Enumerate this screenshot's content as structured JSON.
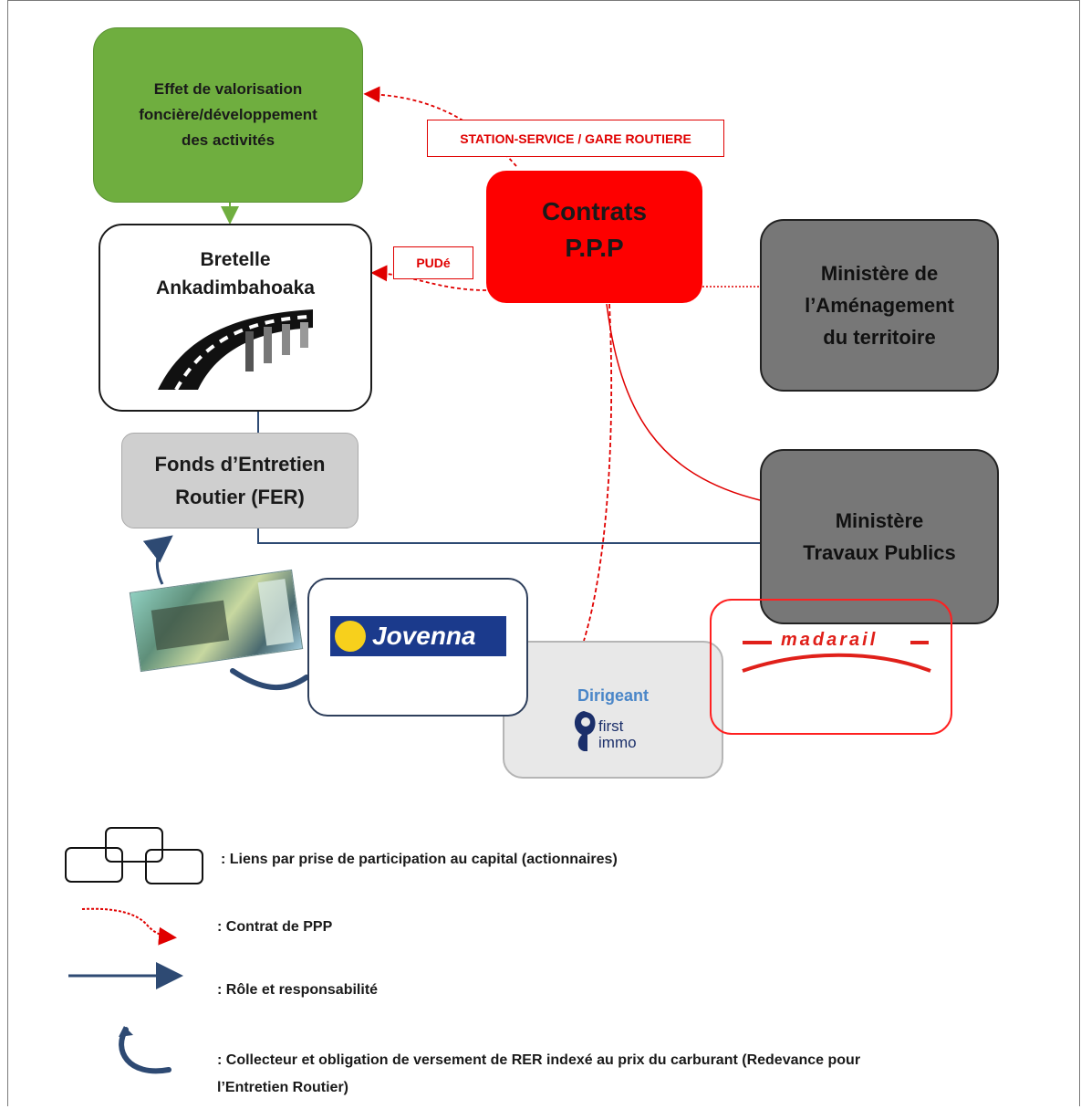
{
  "nodes": {
    "valorisation": {
      "lines": [
        "Effet de valorisation",
        "foncière/développement",
        "des activités"
      ]
    },
    "bretelle": {
      "lines": [
        "Bretelle",
        "Ankadimbahoaka"
      ]
    },
    "ppp": {
      "lines": [
        "Contrats",
        "P.P.P"
      ]
    },
    "amenagement": {
      "lines": [
        "Ministère de",
        "l’Aménagement",
        "du territoire"
      ]
    },
    "travaux": {
      "lines": [
        "Ministère",
        "Travaux Publics"
      ]
    },
    "fer": {
      "lines": [
        "Fonds d’Entretien",
        "Routier (FER)"
      ]
    },
    "jovenna": {
      "logo_text": "Jovenna"
    },
    "first": {
      "title": "Dirigeant",
      "logo_line1": "first",
      "logo_line2": "immo"
    },
    "madarail": {
      "logo_text": "madarail"
    }
  },
  "edge_labels": {
    "station": "STATION-SERVICE / GARE ROUTIERE",
    "pude": "PUDé"
  },
  "legend": {
    "capital": ": Liens par prise de participation au capital (actionnaires)",
    "ppp": ": Contrat de PPP",
    "role": ": Rôle et responsabilité",
    "collecteur_line1": ": Collecteur et obligation de versement de RER indexé au prix du carburant (Redevance pour",
    "collecteur_line2": "l’Entretien Routier)"
  },
  "colors": {
    "green": "#6fae3f",
    "red": "#fe0000",
    "gray_dark": "#777777",
    "gray_light": "#cfcfcf",
    "navy": "#2e4a73",
    "jovenna_blue": "#1b3a8c",
    "jovenna_yellow": "#f7d01c",
    "madarail_red": "#e0201a"
  }
}
